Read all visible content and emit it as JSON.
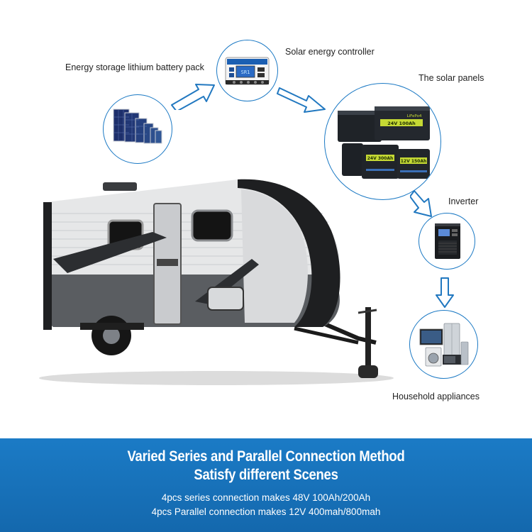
{
  "diagram": {
    "labels": {
      "battery_pack": "Energy storage lithium battery pack",
      "controller": "Solar energy controller",
      "solar_panels": "The solar panels",
      "inverter": "Inverter",
      "appliances": "Household appliances"
    },
    "controller_display": "SR1"
  },
  "banner": {
    "headline_line1": "Varied Series and Parallel Connection Method",
    "headline_line2": "Satisfy different Scenes",
    "line1": "4pcs series connection makes 48V 100Ah/200Ah",
    "line2": "4pcs Parallel connection makes 12V 400mah/800mah",
    "background_color": "#1670b8"
  },
  "battery_badges": [
    "24V 100Ah",
    "24V 300Ah",
    "12V 150Ah"
  ],
  "battery_brand": "LiFePo4"
}
